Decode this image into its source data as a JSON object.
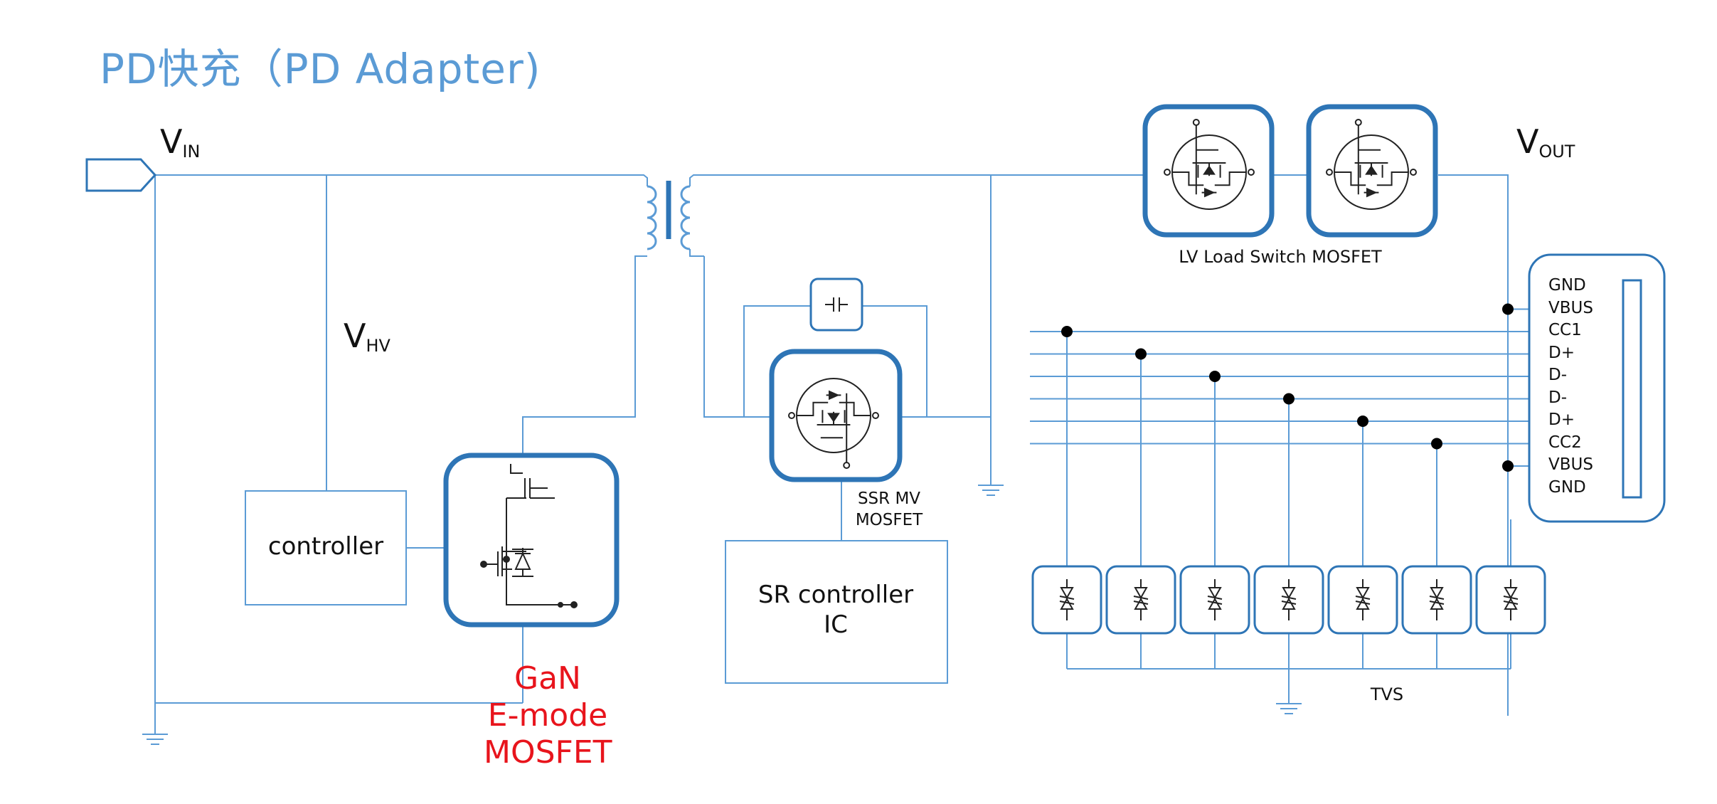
{
  "title": "PD快充（PD Adapter)",
  "labels": {
    "vin_main": "V",
    "vin_sub": "IN",
    "vhv_main": "V",
    "vhv_sub": "HV",
    "vout_main": "V",
    "vout_sub": "OUT",
    "controller": "controller",
    "gan_line1": "GaN",
    "gan_line2": "E-mode",
    "gan_line3": "MOSFET",
    "ssr_line1": "SSR MV",
    "ssr_line2": "MOSFET",
    "sr_line1": "SR controller",
    "sr_line2": "IC",
    "lv_switch": "LV Load Switch  MOSFET",
    "tvs": "TVS"
  },
  "connector_pins": [
    "GND",
    "VBUS",
    "CC1",
    "D+",
    "D-",
    "D-",
    "D+",
    "CC2",
    "VBUS",
    "GND"
  ],
  "colors": {
    "wire": "#5b9bd5",
    "box_border": "#2e75b6",
    "title": "#5b9bd5",
    "gan_label": "#e8141c",
    "symbol": "#222222"
  }
}
